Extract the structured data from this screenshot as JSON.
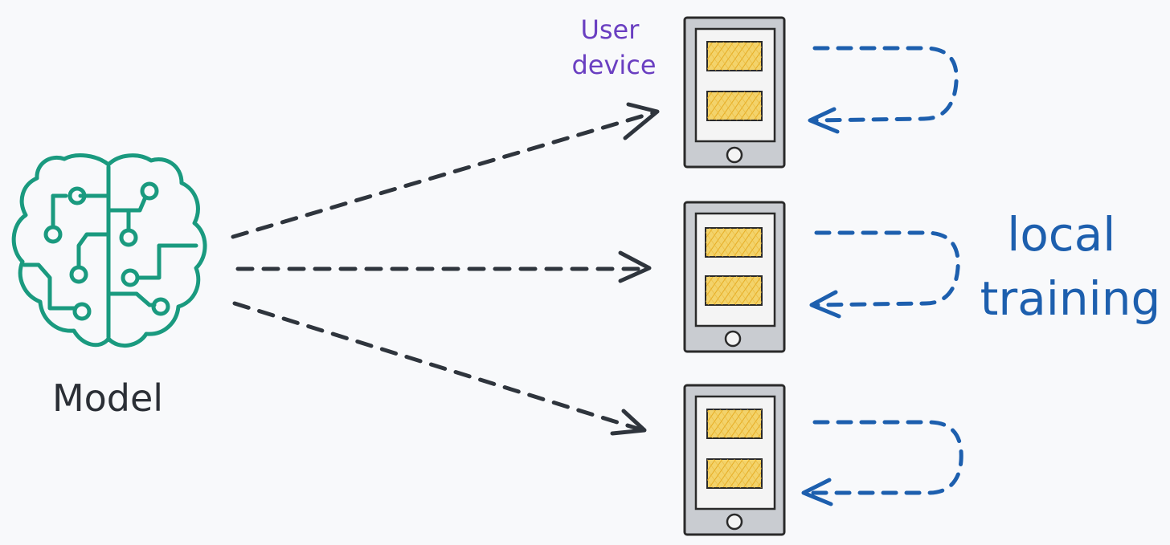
{
  "labels": {
    "model": "Model",
    "user_device_line1": "User",
    "user_device_line2": "device",
    "local_training_line1": "local",
    "local_training_line2": "training"
  },
  "colors": {
    "background": "#f8f9fb",
    "model_green": "#1a9a7f",
    "arrow_dark": "#2f353d",
    "loop_blue": "#1d5fae",
    "device_label_purple": "#6a3fc1",
    "device_body": "#c9ccd1",
    "device_outline": "#2a2a2a",
    "device_screen": "#f4f4f4",
    "tile_fill": "#f3d36b",
    "tile_hatch": "#e9b62f"
  },
  "diagram": {
    "nodes": [
      {
        "id": "model",
        "label": "Model",
        "icon": "brain-circuit-icon"
      },
      {
        "id": "device-1",
        "label": "User device",
        "icon": "tablet-icon"
      },
      {
        "id": "device-2",
        "icon": "tablet-icon"
      },
      {
        "id": "device-3",
        "icon": "tablet-icon"
      }
    ],
    "edges": [
      {
        "from": "model",
        "to": "device-1",
        "style": "dashed-arrow"
      },
      {
        "from": "model",
        "to": "device-2",
        "style": "dashed-arrow"
      },
      {
        "from": "model",
        "to": "device-3",
        "style": "dashed-arrow"
      },
      {
        "from": "device-1",
        "to": "device-1",
        "style": "dashed-loop",
        "group": "local training"
      },
      {
        "from": "device-2",
        "to": "device-2",
        "style": "dashed-loop",
        "group": "local training"
      },
      {
        "from": "device-3",
        "to": "device-3",
        "style": "dashed-loop",
        "group": "local training"
      }
    ]
  }
}
